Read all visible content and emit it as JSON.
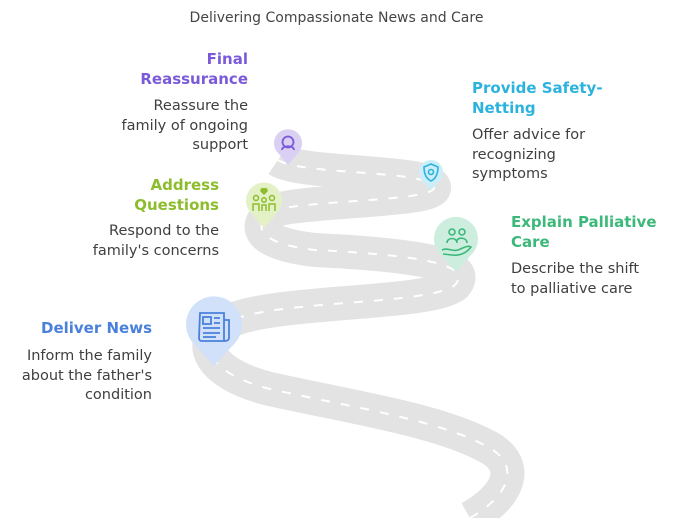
{
  "title": "Delivering Compassionate News and Care",
  "colors": {
    "final": "#7b5ad9",
    "safety": "#2bb3de",
    "address": "#8dbd2c",
    "palliative": "#3cb87a",
    "deliver": "#4a80db",
    "road": "#e3e3e3"
  },
  "steps": {
    "final": {
      "title": "Final\nReassurance",
      "desc": "Reassure the\nfamily of ongoing\nsupport",
      "icon": "reassurance-icon"
    },
    "safety": {
      "title": "Provide Safety-\nNetting",
      "desc": "Offer advice for\nrecognizing\nsymptoms",
      "icon": "shield-icon"
    },
    "address": {
      "title": "Address\nQuestions",
      "desc": "Respond to the\nfamily's concerns",
      "icon": "family-icon"
    },
    "palliative": {
      "title": "Explain Palliative\nCare",
      "desc": "Describe the shift\nto palliative care",
      "icon": "care-hand-icon"
    },
    "deliver": {
      "title": "Deliver News",
      "desc": "Inform the family\nabout the father's\ncondition",
      "icon": "newspaper-icon"
    }
  }
}
